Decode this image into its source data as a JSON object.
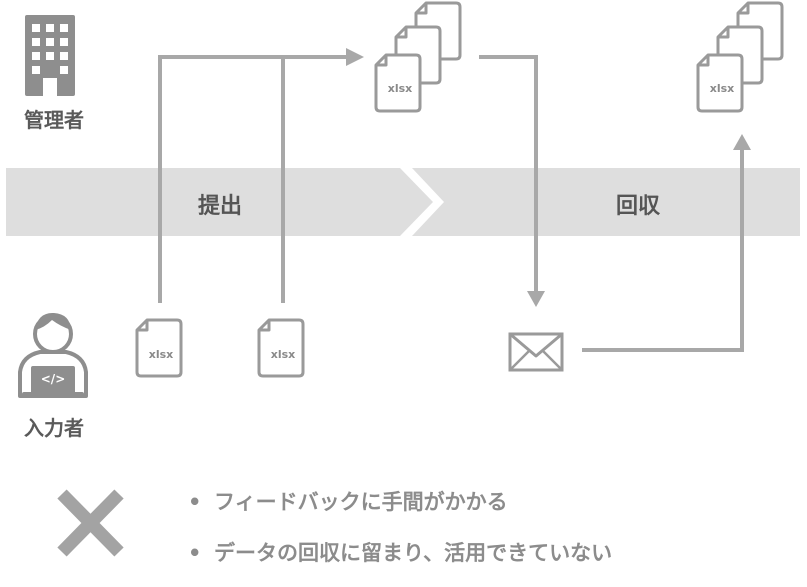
{
  "roles": {
    "admin": "管理者",
    "inputter": "入力者"
  },
  "phases": {
    "submit": "提出",
    "collect": "回収"
  },
  "file_label": "xlsx",
  "code_icon_label": "</>",
  "problems": {
    "mark": "×",
    "items": [
      "フィードバックに手間がかかる",
      "データの回収に留まり、活用できていない"
    ]
  },
  "colors": {
    "band": "#dedede",
    "arrow": "#a8a8a8",
    "icon": "#8e8e8e",
    "icon_light": "#9a9a9a",
    "cross": "#a3a3a3",
    "text": "#5a5a5a"
  }
}
